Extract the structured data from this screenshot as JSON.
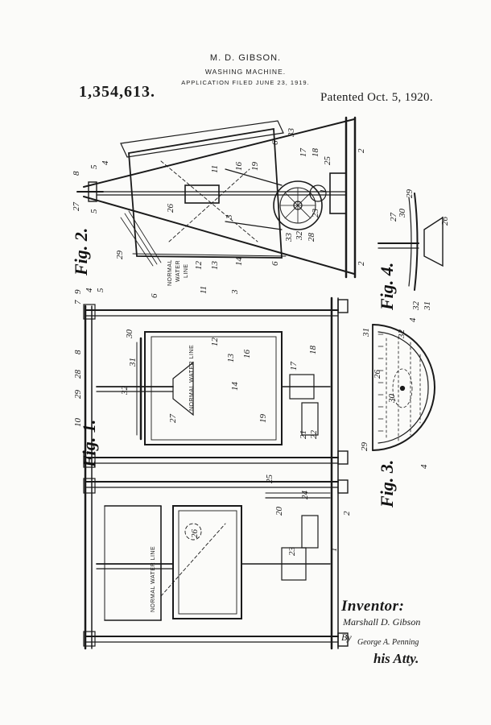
{
  "header": {
    "inventor_name": "M. D. GIBSON.",
    "title": "WASHING MACHINE.",
    "application_filed": "APPLICATION FILED JUNE 23, 1919.",
    "patent_number": "1,354,613.",
    "patented": "Patented Oct. 5, 1920."
  },
  "figures": {
    "fig1": "Fig. 1.",
    "fig2": "Fig. 2.",
    "fig3": "Fig. 3.",
    "fig4": "Fig. 4."
  },
  "annotations": {
    "normal_water_line": "NORMAL WATER LINE",
    "normal_water_line_split": [
      "NORMAL",
      "WATER",
      "LINE"
    ]
  },
  "reference_numerals": {
    "fig2": [
      "2",
      "2",
      "1",
      "5",
      "5",
      "4",
      "6",
      "6",
      "8",
      "27",
      "29",
      "3",
      "33",
      "11",
      "14",
      "16",
      "17",
      "18",
      "19",
      "23",
      "25",
      "26",
      "28",
      "32",
      "33",
      "12",
      "13"
    ],
    "fig1": [
      "1",
      "2",
      "3",
      "4",
      "5",
      "6",
      "7",
      "8",
      "9",
      "10",
      "11",
      "12",
      "13",
      "14",
      "16",
      "17",
      "18",
      "19",
      "20",
      "21",
      "22",
      "23",
      "24",
      "25",
      "26",
      "27",
      "28",
      "29",
      "30",
      "31",
      "32"
    ],
    "fig3": [
      "4",
      "4",
      "26",
      "29",
      "30",
      "31",
      "32"
    ],
    "fig4": [
      "26",
      "27",
      "29",
      "30",
      "31",
      "32"
    ]
  },
  "signature": {
    "inventor_label": "Inventor:",
    "inventor_signature": "Marshall D. Gibson",
    "by_label": "By",
    "attorney_signature": "George A. Penning",
    "attorney_title": "his Atty."
  }
}
